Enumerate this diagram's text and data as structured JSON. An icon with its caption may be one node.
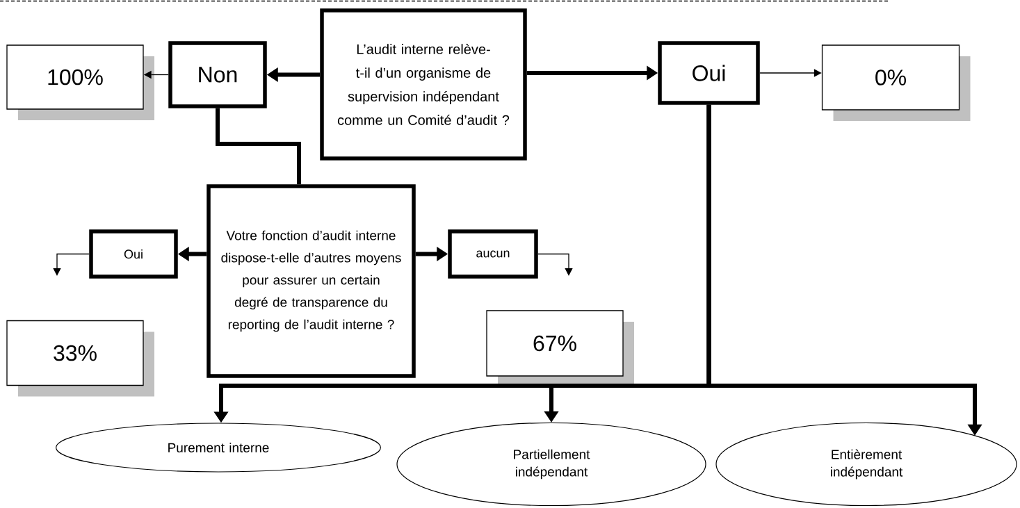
{
  "diagram": {
    "nodes": [
      {
        "text": [
          "L’audit interne relève-t-il d’un organisme de supervision indépendant comme un Comité d’audit ?"
        ]
      },
      {
        "text": [
          "Non"
        ]
      },
      {
        "text": [
          "100%"
        ]
      },
      {
        "text": [
          "Oui"
        ]
      },
      {
        "text": [
          "0%"
        ]
      },
      {
        "text": [
          "Votre fonction d’audit interne dispose-t-elle d’autres moyens pour assurer un certain degré de transparence du reporting de l’audit interne ?"
        ]
      },
      {
        "text": [
          "Oui"
        ]
      },
      {
        "text": [
          "aucun"
        ]
      },
      {
        "text": [
          "33%"
        ]
      },
      {
        "text": [
          "67%"
        ]
      },
      {
        "text": [
          "Purement interne"
        ]
      },
      {
        "text": [
          "Partiellement indépendant"
        ]
      },
      {
        "text": [
          "Entièrement indépendant"
        ]
      }
    ],
    "edges": [
      {
        "from": 0,
        "to": 1,
        "arrow": "to"
      },
      {
        "from": 1,
        "to": 2,
        "arrow": "to"
      },
      {
        "from": 0,
        "to": 3,
        "arrow": "to"
      },
      {
        "from": 3,
        "to": 4,
        "arrow": "to"
      },
      {
        "from": 1,
        "to": 5,
        "arrow": "none"
      },
      {
        "from": 5,
        "to": 6,
        "arrow": "to"
      },
      {
        "from": 5,
        "to": 7,
        "arrow": "to"
      },
      {
        "from": 6,
        "to": null,
        "arrow": "to"
      },
      {
        "from": 7,
        "to": null,
        "arrow": "to"
      },
      {
        "from": 3,
        "to": 10,
        "arrow": "to"
      },
      {
        "from": 3,
        "to": 11,
        "arrow": "to"
      },
      {
        "from": 3,
        "to": 12,
        "arrow": "to"
      }
    ]
  }
}
